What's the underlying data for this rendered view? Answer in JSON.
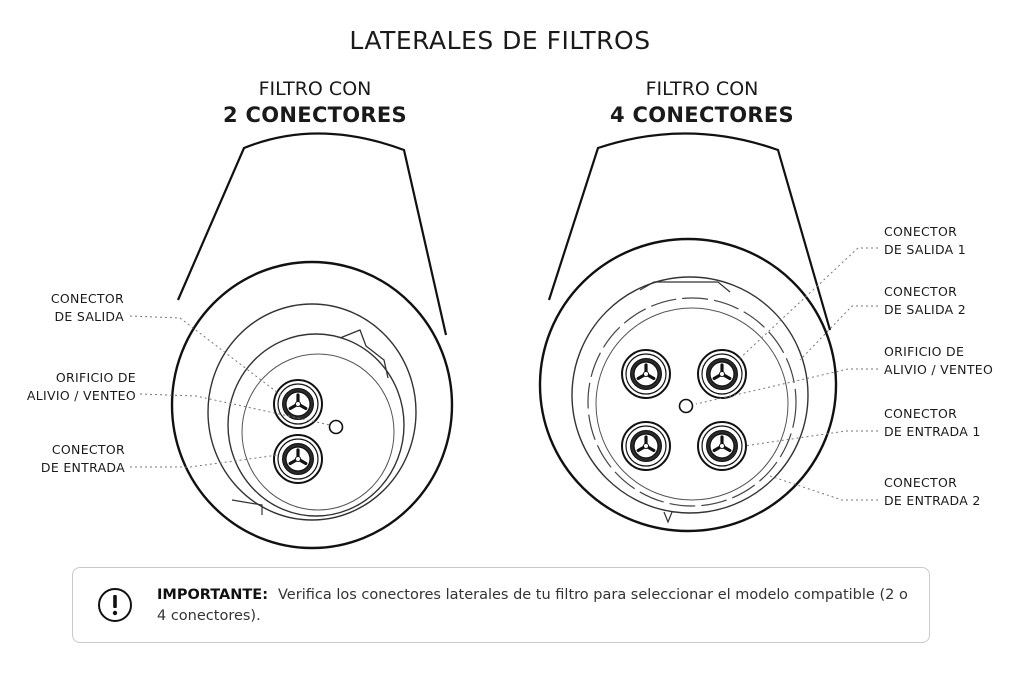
{
  "title": "LATERALES DE FILTROS",
  "left": {
    "heading_line1": "FILTRO CON",
    "heading_line2": "2 CONECTORES",
    "labels": [
      {
        "line1": "CONECTOR",
        "line2": "DE SALIDA"
      },
      {
        "line1": "ORIFICIO DE",
        "line2": "ALIVIO / VENTEO"
      },
      {
        "line1": "CONECTOR",
        "line2": "DE ENTRADA"
      }
    ]
  },
  "right": {
    "heading_line1": "FILTRO CON",
    "heading_line2": "4 CONECTORES",
    "labels": [
      {
        "line1": "CONECTOR",
        "line2": "DE SALIDA 1"
      },
      {
        "line1": "CONECTOR",
        "line2": "DE SALIDA 2"
      },
      {
        "line1": "ORIFICIO DE",
        "line2": "ALIVIO / VENTEO"
      },
      {
        "line1": "CONECTOR",
        "line2": "DE ENTRADA 1"
      },
      {
        "line1": "CONECTOR",
        "line2": "DE ENTRADA 2"
      }
    ]
  },
  "notice": {
    "icon": "exclamation-circle-icon",
    "label": "IMPORTANTE:",
    "text": "Verifica los conectores laterales de tu filtro para seleccionar el modelo compatible (2 o 4 conectores)."
  }
}
